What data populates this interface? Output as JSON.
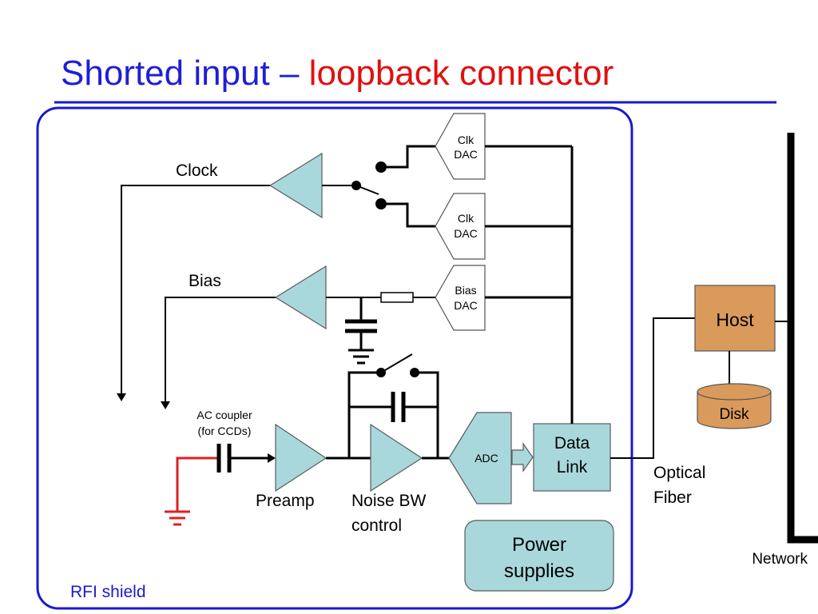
{
  "title": {
    "part1": "Shorted input – ",
    "part2": "loopback connector"
  },
  "colors": {
    "title_blue": "#1f1fd6",
    "title_red": "#e01010",
    "shield_blue": "#1a1acc",
    "amp_fill": "#a9d8dc",
    "host_fill": "#d99a5c",
    "input_red": "#e02020"
  },
  "labels": {
    "clock": "Clock",
    "bias": "Bias",
    "ac_coupler_1": "AC coupler",
    "ac_coupler_2": "(for CCDs)",
    "preamp": "Preamp",
    "noise_bw_1": "Noise BW",
    "noise_bw_2": "control",
    "rfi_shield": "RFI shield",
    "optical_1": "Optical",
    "optical_2": "Fiber",
    "network": "Network"
  },
  "blocks": {
    "clk_dac_1": [
      "Clk",
      "DAC"
    ],
    "clk_dac_2": [
      "Clk",
      "DAC"
    ],
    "bias_dac": [
      "Bias",
      "DAC"
    ],
    "adc": "ADC",
    "data_link": [
      "Data",
      "Link"
    ],
    "power_supplies": [
      "Power",
      "supplies"
    ],
    "host": "Host",
    "disk": "Disk"
  }
}
